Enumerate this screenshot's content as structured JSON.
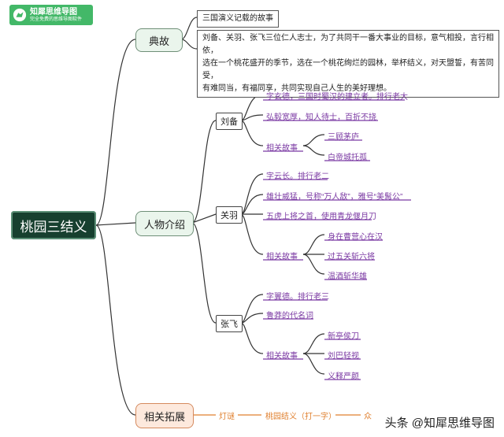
{
  "logo": {
    "title": "知犀思维导图",
    "subtitle": "完全免费的思维导图软件"
  },
  "root": "桃园三结义",
  "branches": {
    "dianGu": {
      "label": "典故",
      "title": "三国演义记载的故事",
      "text_lines": [
        "刘备、关羽、张飞三位仁人志士，为了共同干一番大事业的目标，意气相投，言行相依，",
        "选在一个桃花盛开的季节，选在一个桃花绚烂的园林，举杯结义，对天盟誓，有苦同受，",
        "有难同当，有福同享，共同实现自己人生的美好理想。"
      ]
    },
    "renwu": {
      "label": "人物介绍",
      "liubei": {
        "label": "刘备",
        "items": [
          "字玄德，三国时蜀汉的建立者。排行老大",
          "弘毅宽厚，知人待士，百折不挠",
          "相关故事"
        ],
        "stories": [
          "三顾茅庐",
          "白帝城托孤"
        ]
      },
      "guanyu": {
        "label": "关羽",
        "items": [
          "字云长。排行老二",
          "雄壮威猛，号称“万人敌”，雅号“美髯公”",
          "五虎上将之首，使用青龙偃月刀",
          "相关故事"
        ],
        "stories": [
          "身在曹营心在汉",
          "过五关斩六将",
          "温酒斩华雄"
        ]
      },
      "zhangfei": {
        "label": "张飞",
        "items": [
          "字翼德。排行老三",
          "鲁莽的代名词",
          "相关故事"
        ],
        "stories": [
          "新亭侯刀",
          "刘巴轻视",
          "义释严颜"
        ]
      }
    },
    "tuozhan": {
      "label": "相关拓展",
      "items": [
        "灯谜",
        "桃园结义（打一字）",
        "众"
      ]
    }
  },
  "watermark": "头条 @知犀思维导图",
  "colors": {
    "root_bg": "#17402f",
    "purple_text": "#7b3aa3",
    "orange_text": "#e0802f",
    "logo_green": "#43b868"
  }
}
